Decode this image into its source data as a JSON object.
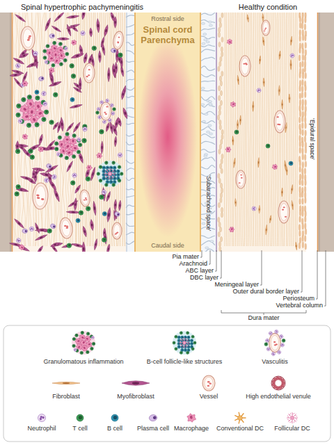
{
  "diagram": {
    "nodes": [
      {
        "text": [
          "Rostral side",
          "Spinal cord Parenchyma",
          "Caudal side"
        ]
      }
    ],
    "labels": [
      "Spinal hypertrophic pachymeningitis",
      "Healthy condition",
      "‘Subarachnoid space’",
      "‘Epidural space’",
      "Pia mater",
      "Arachnoid",
      "ABC layer",
      "DBC layer",
      "Meningeal layer",
      "Outer dural border layer",
      "Periosteum",
      "Vertebral column",
      "Dura mater"
    ],
    "legend": [
      {
        "text": "Granulomatous inflammation"
      },
      {
        "text": "B-cell follicle-like structures"
      },
      {
        "text": "Vasculitis"
      },
      {
        "text": "Fibroblast"
      },
      {
        "text": "Myofibroblast"
      },
      {
        "text": "Vessel"
      },
      {
        "text": "High endothelial venule"
      },
      {
        "text": "Neutrophil"
      },
      {
        "text": "T cell"
      },
      {
        "text": "B cell"
      },
      {
        "text": "Plasma cell"
      },
      {
        "text": "Macrophage"
      },
      {
        "text": "Conventional DC"
      },
      {
        "text": "Follicular DC"
      }
    ]
  }
}
